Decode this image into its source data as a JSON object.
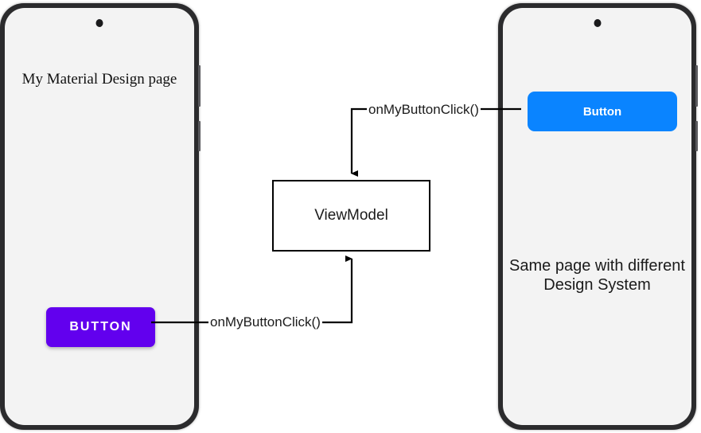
{
  "diagram": {
    "title_context": "Design system comparison diagram",
    "background_color": "#ffffff"
  },
  "phone_left": {
    "name": "material-design-phone",
    "frame_color": "#2b2b2d",
    "screen_color": "#f3f3f3",
    "screen_text": "My Material Design page",
    "button": {
      "label": "BUTTON",
      "background_color": "#6200ee",
      "text_color": "#ffffff",
      "style": "material"
    }
  },
  "phone_right": {
    "name": "alternate-design-phone",
    "frame_color": "#2b2b2d",
    "screen_color": "#f3f3f3",
    "screen_text": "Same page with different Design System",
    "button": {
      "label": "Button",
      "background_color": "#0a84ff",
      "text_color": "#ffffff",
      "style": "ios"
    }
  },
  "viewmodel": {
    "label": "ViewModel",
    "border_color": "#000000",
    "fill_color": "#ffffff"
  },
  "connectors": {
    "top_label": "onMyButtonClick()",
    "bottom_label": "onMyButtonClick()",
    "line_color": "#000000",
    "top_direction": "from-right-button-to-viewmodel",
    "bottom_direction": "from-left-button-to-viewmodel"
  }
}
